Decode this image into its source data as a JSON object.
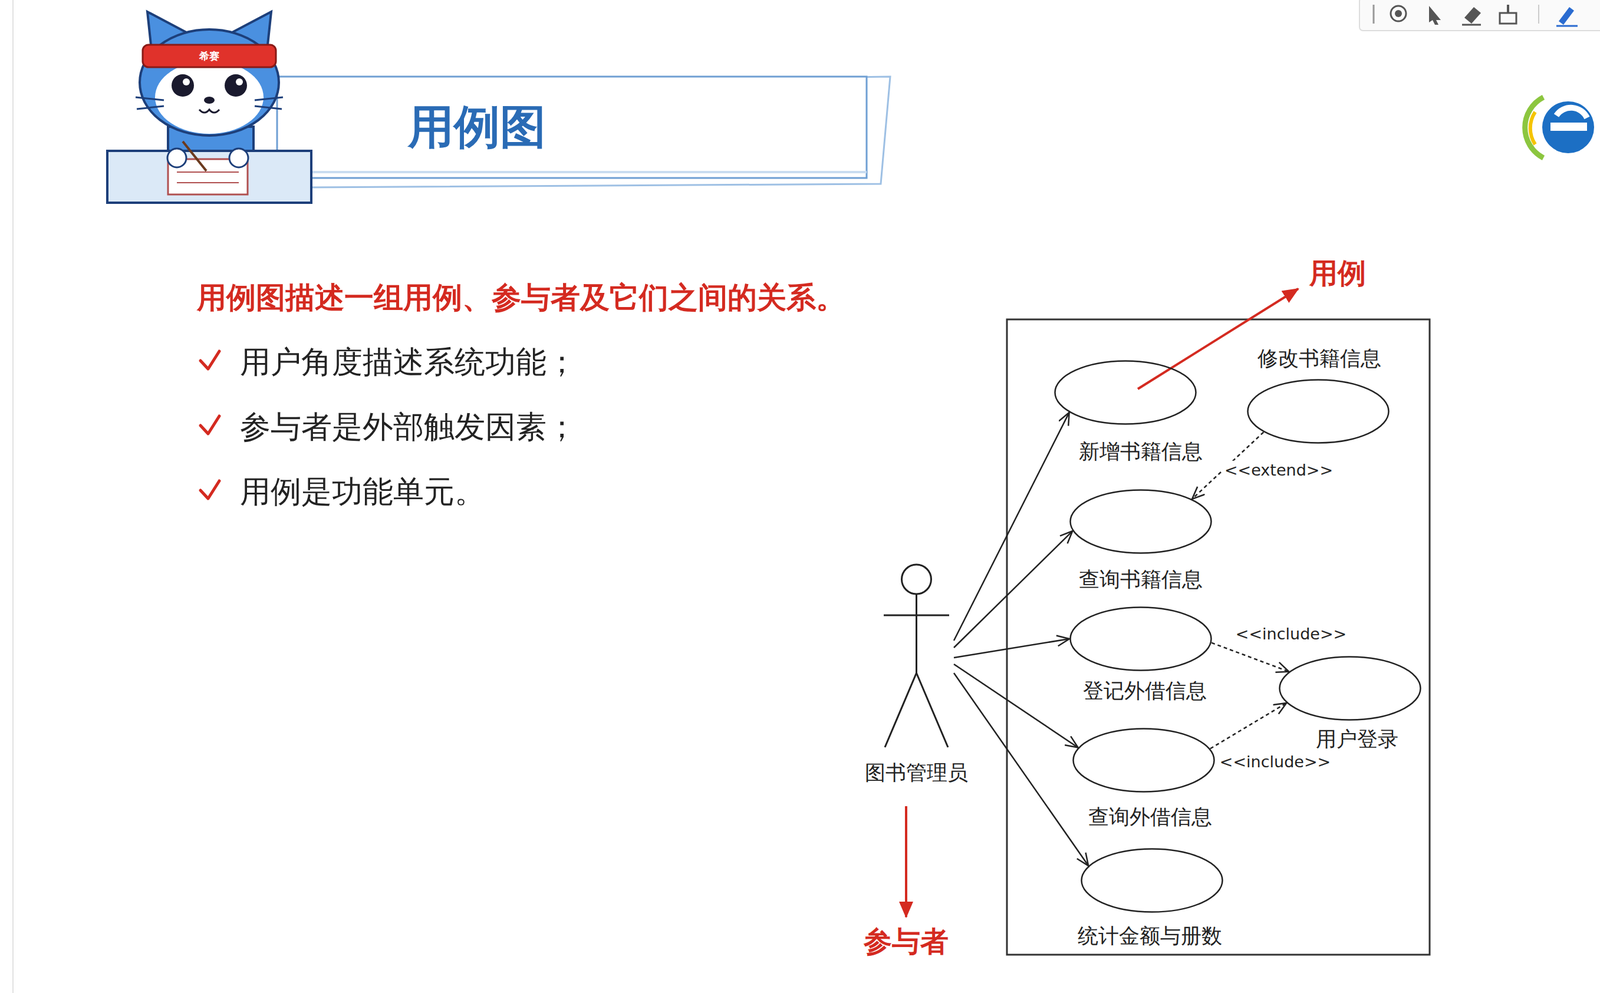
{
  "diagram": {
    "title": "用例图",
    "nodes": [
      {
        "text": [
          "图书管理员"
        ]
      },
      {
        "text": [
          "新增书籍信息"
        ]
      },
      {
        "text": [
          "修改书籍信息"
        ]
      },
      {
        "text": [
          "查询书籍信息"
        ]
      },
      {
        "text": [
          "登记外借信息"
        ]
      },
      {
        "text": [
          "用户登录"
        ]
      },
      {
        "text": [
          "查询外借信息"
        ]
      },
      {
        "text": [
          "统计金额与册数"
        ]
      }
    ],
    "edges": [
      {
        "from": 0,
        "to": 1,
        "arrow": "to"
      },
      {
        "from": 0,
        "to": 3,
        "arrow": "to"
      },
      {
        "from": 0,
        "to": 4,
        "arrow": "to"
      },
      {
        "from": 0,
        "to": 6,
        "arrow": "to"
      },
      {
        "from": 0,
        "to": 7,
        "arrow": "to"
      },
      {
        "from": 2,
        "to": 3,
        "label": "<<extend>>",
        "arrow": "to"
      },
      {
        "from": 4,
        "to": 5,
        "label": "<<include>>",
        "arrow": "to"
      },
      {
        "from": 6,
        "to": 5,
        "label": "<<include>>",
        "arrow": "to"
      }
    ],
    "labels": [
      "用例图描述一组用例、参与者及它们之间的关系。",
      "用户角度描述系统功能；",
      "参与者是外部触发因素；",
      "用例是功能单元。",
      "用例",
      "参与者",
      "希赛"
    ]
  }
}
